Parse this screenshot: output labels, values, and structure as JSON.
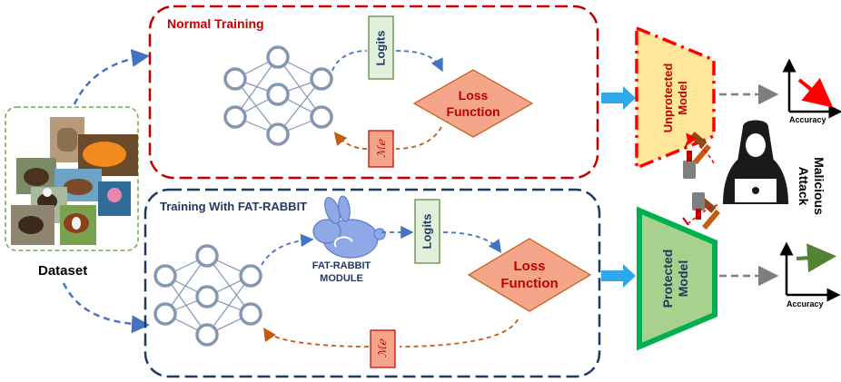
{
  "dataset": {
    "label": "Dataset"
  },
  "normal": {
    "title": "Normal Training",
    "logits": "Logits",
    "loss_line1": "Loss",
    "loss_line2": "Function",
    "grad_symbol": "ℳℯ"
  },
  "fat": {
    "title": "Training  With  FAT-RABBIT",
    "module_line1": "FAT-RABBIT",
    "module_line2": "MODULE",
    "logits": "Logits",
    "loss_line1": "Loss",
    "loss_line2": "Function",
    "grad_symbol": "ℳℯ"
  },
  "unprotected_model": {
    "line1": "Unprotected",
    "line2": "Model"
  },
  "protected_model": {
    "line1": "Protected",
    "line2": "Model"
  },
  "attack": {
    "line1": "Malicious",
    "line2": "Attack"
  },
  "accuracy_top": {
    "label": "Accuracy",
    "trend": "down"
  },
  "accuracy_bottom": {
    "label": "Accuracy",
    "trend": "flat"
  },
  "colors": {
    "normal_border": "#c00000",
    "fat_border": "#1f3864",
    "flow_arrow": "#4472c4",
    "grad_arrow": "#c55a11",
    "neuron_stroke": "#8497b0",
    "loss_fill": "#f4a58a",
    "logits_fill": "#e2efda",
    "unprotected_fill": "#ffe699",
    "protected_fill": "#a9d18e",
    "protected_stroke": "#00b050",
    "trend_down": "#ff0000",
    "trend_flat": "#548235"
  }
}
